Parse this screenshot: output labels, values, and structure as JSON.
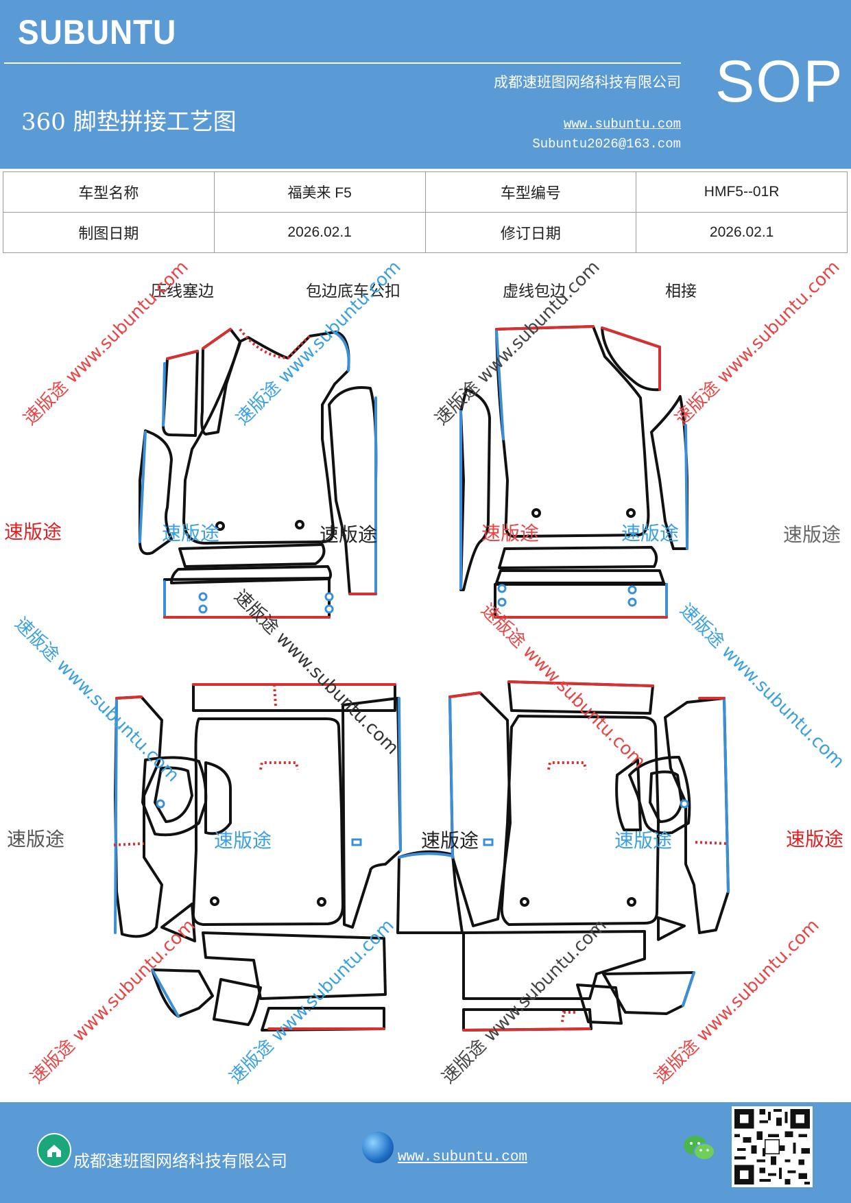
{
  "header": {
    "brand": "SUBUNTU",
    "company": "成都速班图网络科技有限公司",
    "sop": "SOP",
    "title": "360 脚垫拼接工艺图",
    "website": "www.subuntu.com",
    "email": "Subuntu2026@163.com"
  },
  "info_table": {
    "row1": [
      "车型名称",
      "福美来 F5",
      "车型编号",
      "HMF5--01R"
    ],
    "row2": [
      "制图日期",
      "2026.02.1",
      "修订日期",
      "2026.02.1"
    ]
  },
  "legend": [
    {
      "label": "压线塞边",
      "color": "#1f78c8",
      "style": "solid"
    },
    {
      "label": "包边底车公扣",
      "color": "#e02020",
      "style": "solid"
    },
    {
      "label": "虚线包边",
      "color": "#e02020",
      "style": "dotted"
    },
    {
      "label": "相接",
      "color": "#111111",
      "style": "solid"
    }
  ],
  "colors": {
    "header_bg": "#5b9bd5",
    "blue_edge": "#3a8fd8",
    "red_edge": "#d63030",
    "outline": "#111111"
  },
  "watermarks": {
    "diag_site": "www.subuntu.com",
    "diag_brand": "速版途",
    "label": "速版途"
  },
  "footer": {
    "company": "成都速班图网络科技有限公司",
    "website": "www.subuntu.com"
  }
}
